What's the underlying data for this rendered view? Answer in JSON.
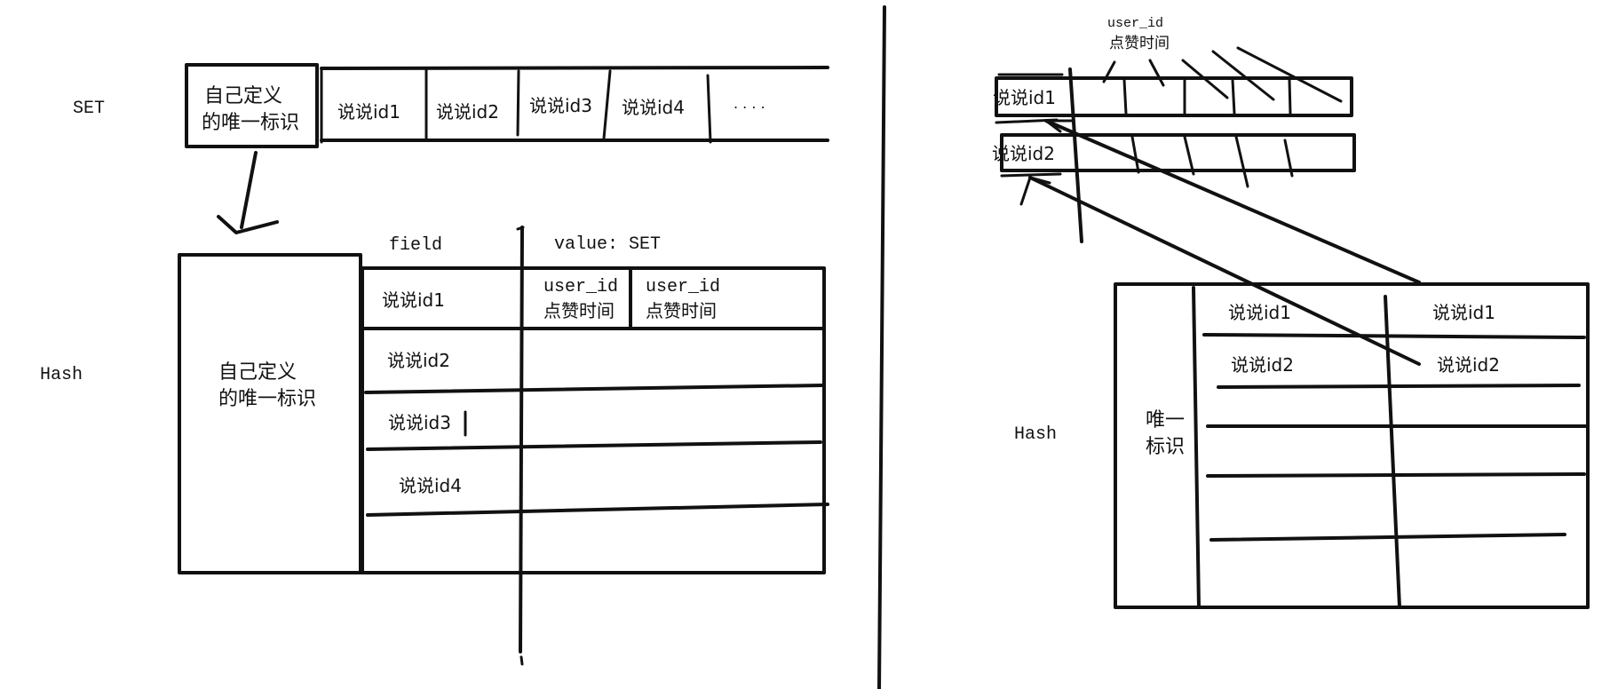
{
  "left": {
    "set_label": "SET",
    "set_key_line1": "自己定义",
    "set_key_line2": "的唯一标识",
    "set_members": [
      "说说id1",
      "说说id2",
      "说说id3",
      "说说id4"
    ],
    "set_ellipsis": ". . . .",
    "hash_label": "Hash",
    "hash_key_line1": "自己定义",
    "hash_key_line2": "的唯一标识",
    "field_header": "field",
    "value_header": "value: SET",
    "fields": [
      "说说id1",
      "说说id2",
      "说说id3",
      "说说id4"
    ],
    "value_cells": [
      {
        "line1": "user_id",
        "line2": "点赞时间"
      },
      {
        "line1": "user_id",
        "line2": "点赞时间"
      }
    ]
  },
  "right": {
    "note_line1": "user_id",
    "note_line2": "点赞时间",
    "rows": [
      "说说id1",
      "说说id2"
    ],
    "hash_label": "Hash",
    "hash_key_line1": "唯一",
    "hash_key_line2": "标识",
    "table_rows": [
      {
        "c1": "说说id1",
        "c2": "说说id1"
      },
      {
        "c1": "说说id2",
        "c2": "说说id2"
      }
    ]
  }
}
